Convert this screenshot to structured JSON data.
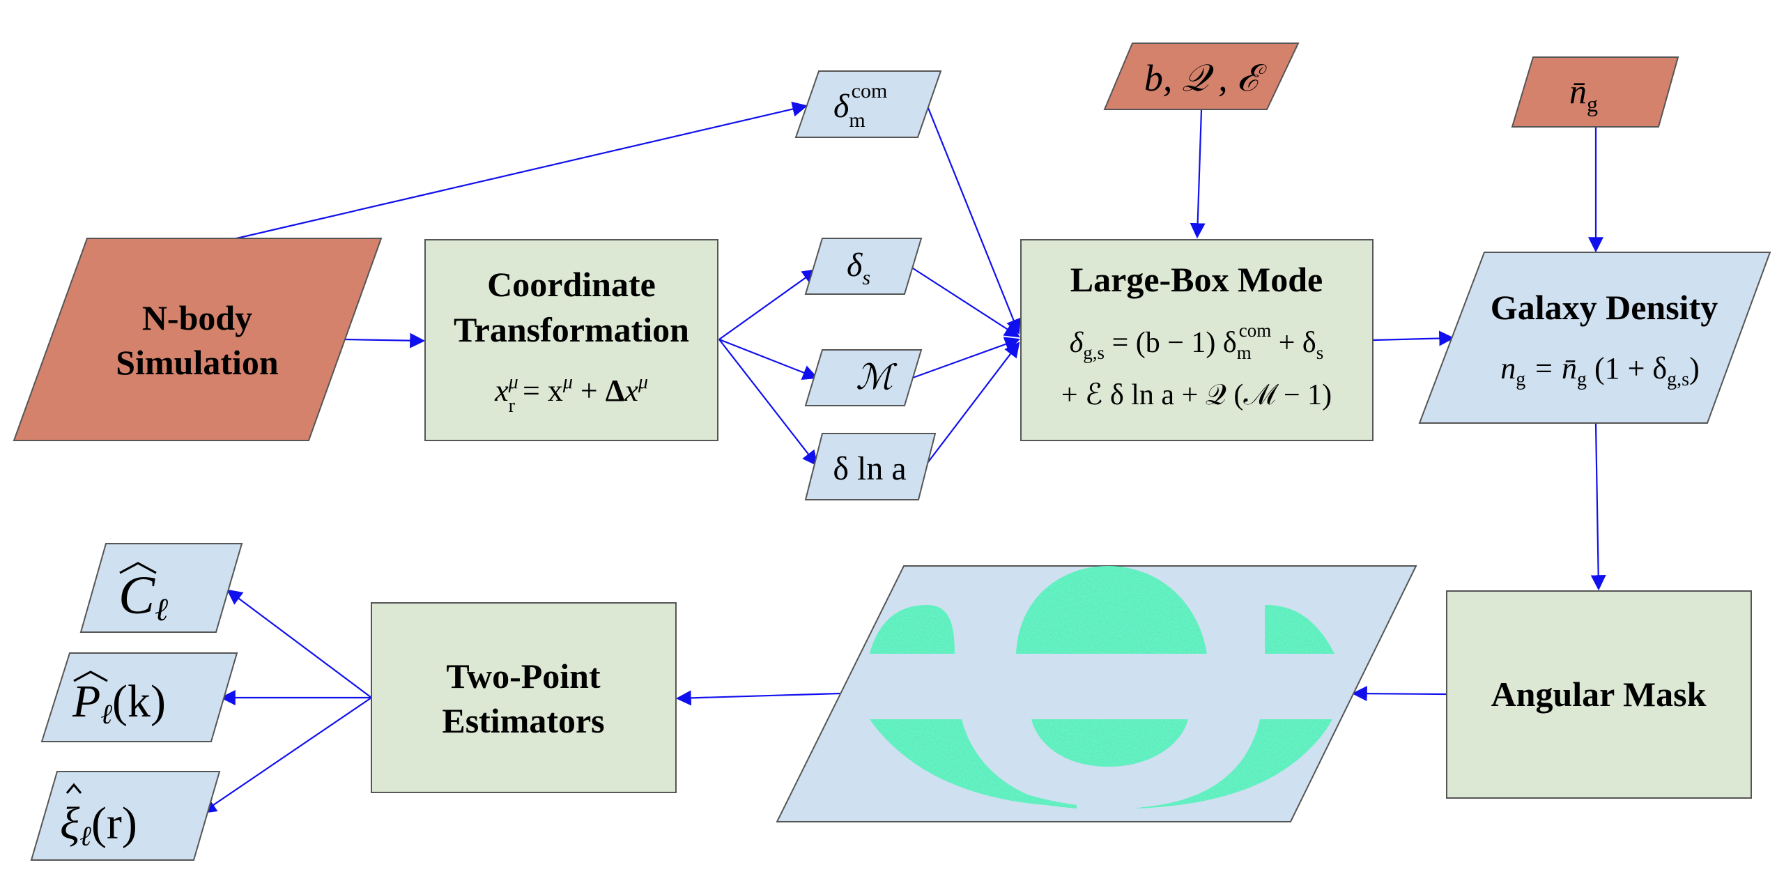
{
  "colors": {
    "input_fill": "#d4826c",
    "process_fill": "#dde8d4",
    "field_fill": "#cfe0f0",
    "edge_stroke": "#555555",
    "arrow": "#1010ee",
    "mask_noise_a": "#2aa8b8",
    "mask_noise_b": "#7fe07a"
  },
  "nodes": {
    "nbody": {
      "line1": "N-body",
      "line2": "Simulation"
    },
    "coord": {
      "line1": "Coordinate",
      "line2": "Transformation",
      "eq_lhs": "x",
      "eq_lhs_sup": "μ",
      "eq_lhs_sub": "r",
      "eq_mid": " = x",
      "eq_mid_sup": "μ",
      "eq_rhs": " + ",
      "eq_delta": "Δ",
      "eq_rhs2": "x",
      "eq_rhs2_sup": "μ"
    },
    "dcom": {
      "main": "δ",
      "sub": "m",
      "sup": "com"
    },
    "ds": {
      "main": "δ",
      "sub": "s"
    },
    "M": {
      "main": "ℳ"
    },
    "dlna": {
      "main": "δ ln a"
    },
    "params": {
      "main": "b, 𝒬 , ℰ"
    },
    "nbar": {
      "main": "n̄",
      "sub": "g"
    },
    "largebox": {
      "title": "Large-Box Mode",
      "eq1_a": "δ",
      "eq1_a_sub": "g,s",
      "eq1_b": " = (b − 1) δ",
      "eq1_b_sub": "m",
      "eq1_b_sup": "com",
      "eq1_c": " + δ",
      "eq1_c_sub": "s",
      "eq2": "+ ℰ δ ln a + 𝒬 (ℳ − 1)"
    },
    "galaxy": {
      "title": "Galaxy Density",
      "eq_a": "n",
      "eq_a_sub": "g",
      "eq_b": " = n̄",
      "eq_b_sub": "g",
      "eq_c": " (1 + δ",
      "eq_c_sub": "g,s",
      "eq_d": ")"
    },
    "angmask": {
      "title": "Angular Mask"
    },
    "twopoint": {
      "line1": "Two-Point",
      "line2": "Estimators"
    },
    "cl": {
      "main": "C",
      "sub": "ℓ"
    },
    "pk": {
      "main": "P",
      "sub": "ℓ",
      "tail": "(k)"
    },
    "xi": {
      "main": "ξ",
      "sub": "ℓ",
      "tail": "(r)"
    }
  }
}
